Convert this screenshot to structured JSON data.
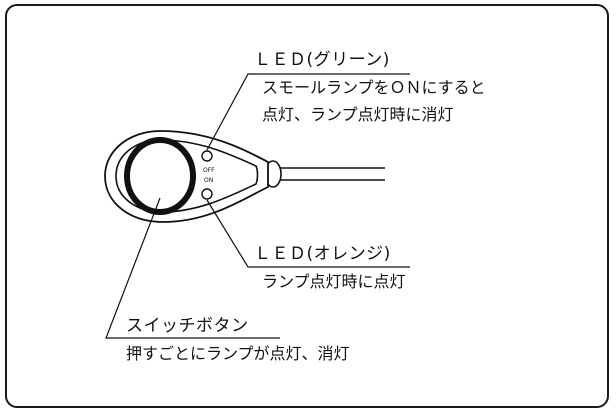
{
  "led_green": {
    "title": "ＬＥＤ(グリーン)",
    "line1": "スモールランプをＯＮにすると",
    "line2": "点灯、ランプ点灯時に消灯"
  },
  "led_orange": {
    "title": "ＬＥＤ(オレンジ)",
    "line1": "ランプ点灯時に点灯"
  },
  "switch": {
    "title": "スイッチボタン",
    "line1": "押すごとにランプが点灯、消灯"
  },
  "device": {
    "off_label": "OFF",
    "on_label": "ON"
  }
}
